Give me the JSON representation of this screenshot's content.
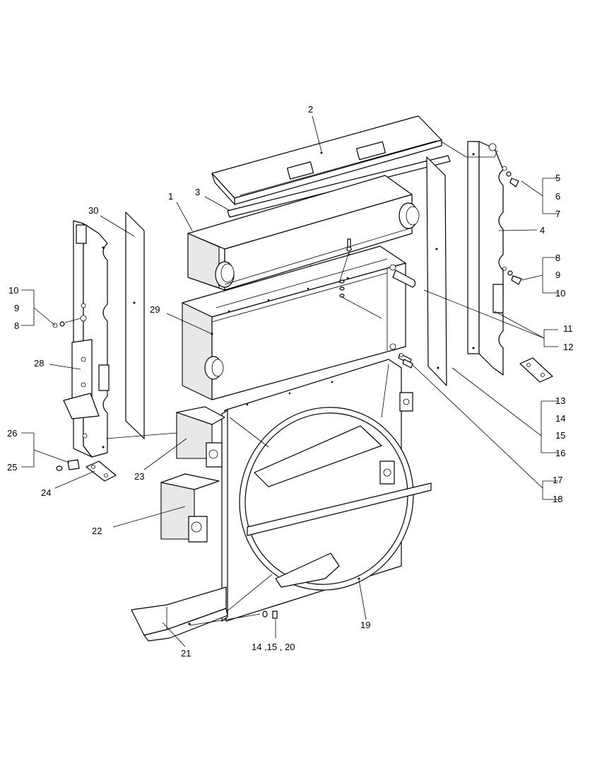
{
  "callouts": [
    {
      "id": "c1",
      "text": "1"
    },
    {
      "id": "c2",
      "text": "2"
    },
    {
      "id": "c3",
      "text": "3"
    },
    {
      "id": "c4",
      "text": "4"
    },
    {
      "id": "c5",
      "text": "5"
    },
    {
      "id": "c6",
      "text": "6"
    },
    {
      "id": "c7",
      "text": "7"
    },
    {
      "id": "c8r",
      "text": "8"
    },
    {
      "id": "c9r",
      "text": "9"
    },
    {
      "id": "c10r",
      "text": "10"
    },
    {
      "id": "c11",
      "text": "11"
    },
    {
      "id": "c12",
      "text": "12"
    },
    {
      "id": "c13",
      "text": "13"
    },
    {
      "id": "c14",
      "text": "14"
    },
    {
      "id": "c15",
      "text": "15"
    },
    {
      "id": "c16",
      "text": "16"
    },
    {
      "id": "c17",
      "text": "17"
    },
    {
      "id": "c18",
      "text": "18"
    },
    {
      "id": "c19",
      "text": "19"
    },
    {
      "id": "c21",
      "text": "21"
    },
    {
      "id": "c22",
      "text": "22"
    },
    {
      "id": "c23",
      "text": "23"
    },
    {
      "id": "c24",
      "text": "24"
    },
    {
      "id": "c25",
      "text": "25"
    },
    {
      "id": "c26",
      "text": "26"
    },
    {
      "id": "c28",
      "text": "28"
    },
    {
      "id": "c29",
      "text": "29"
    },
    {
      "id": "c30",
      "text": "30"
    },
    {
      "id": "c10l",
      "text": "10"
    },
    {
      "id": "c9l",
      "text": "9"
    },
    {
      "id": "c8l",
      "text": "8"
    },
    {
      "id": "c14b",
      "text": "14 ,15 , 20"
    }
  ]
}
